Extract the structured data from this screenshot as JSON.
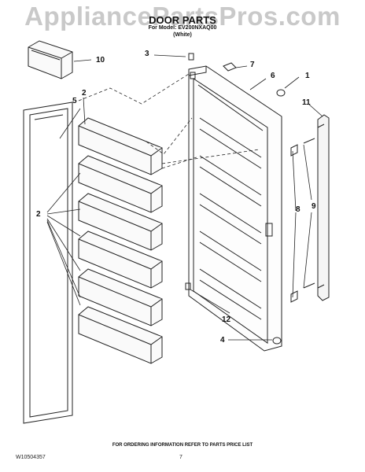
{
  "watermark": "AppliancePartsPros.com",
  "header": {
    "title": "DOOR PARTS",
    "model_line": "For Model: EV200NXAQ00",
    "color_line": "(White)"
  },
  "callouts": [
    "1",
    "2",
    "2",
    "3",
    "4",
    "5",
    "6",
    "7",
    "8",
    "9",
    "10",
    "11",
    "12"
  ],
  "footer": {
    "note": "FOR ORDERING INFORMATION REFER TO PARTS PRICE LIST",
    "doc_number": "W10504357",
    "page_number": "7"
  }
}
